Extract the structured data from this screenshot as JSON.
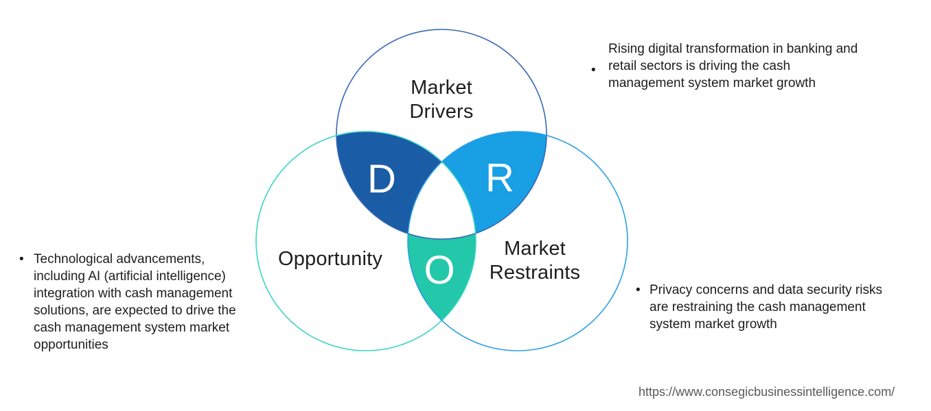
{
  "venn": {
    "drivers": {
      "label": "Market Drivers",
      "letter": "D",
      "lens_fill": "#1A5CA6",
      "stroke": "#3569B4"
    },
    "restraints": {
      "label": "Market Restraints",
      "letter": "R",
      "lens_fill": "#189FE4",
      "stroke": "#2B9FE5"
    },
    "opportunity": {
      "label": "Opportunity",
      "letter": "O",
      "lens_fill": "#23C7AA",
      "stroke": "#3BD5C6"
    },
    "letter_color": "#FFFFFF",
    "center_fill": "#FFFFFF"
  },
  "annotations": {
    "drivers": {
      "bullet": "•",
      "text": "Rising digital transformation in banking and retail sectors is driving the cash management system market growth"
    },
    "opportunity": {
      "bullet": "•",
      "text": "Technological advancements, including AI (artificial intelligence) integration with cash management solutions, are expected to drive the cash management system market opportunities"
    },
    "restraints": {
      "bullet": "•",
      "text": "Privacy concerns and data security risks are restraining the cash management system market growth"
    }
  },
  "footer": {
    "url": "https://www.consegicbusinessintelligence.com/",
    "color": "#58595B"
  }
}
